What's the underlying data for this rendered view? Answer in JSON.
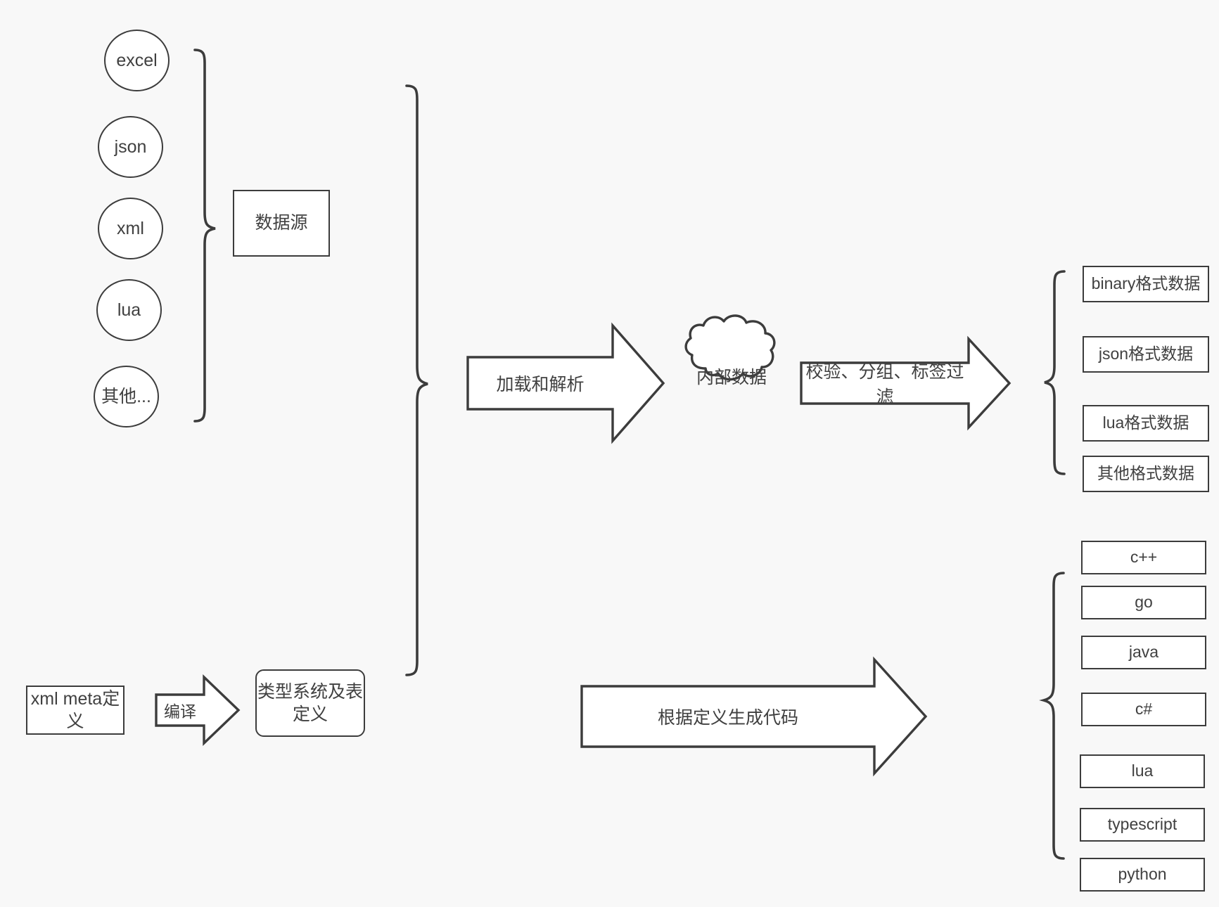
{
  "diagram": {
    "title": "data pipeline diagram",
    "colors": {
      "background": "#f8f8f8",
      "stroke": "#3c3c3c",
      "fill": "#ffffff",
      "text": "#404040"
    }
  },
  "sources": {
    "group_label": "数据源",
    "items": [
      {
        "label": "excel"
      },
      {
        "label": "json"
      },
      {
        "label": "xml"
      },
      {
        "label": "lua"
      },
      {
        "label": "其他..."
      }
    ]
  },
  "meta": {
    "input_label": "xml meta定\n义",
    "compile_label": "编译",
    "output_label": "类型系统及表\n定义"
  },
  "pipeline": {
    "load_parse_label": "加载和解析",
    "internal_data_label": "内部数据",
    "filter_label": "校验、分组、标签过滤",
    "codegen_label": "根据定义生成代码"
  },
  "outputs": {
    "data_formats": [
      {
        "label": "binary格式数据"
      },
      {
        "label": "json格式数据"
      },
      {
        "label": "lua格式数据"
      },
      {
        "label": "其他格式数据"
      }
    ],
    "languages": [
      {
        "label": "c++"
      },
      {
        "label": "go"
      },
      {
        "label": "java"
      },
      {
        "label": "c#"
      },
      {
        "label": "lua"
      },
      {
        "label": "typescript"
      },
      {
        "label": "python"
      }
    ]
  }
}
